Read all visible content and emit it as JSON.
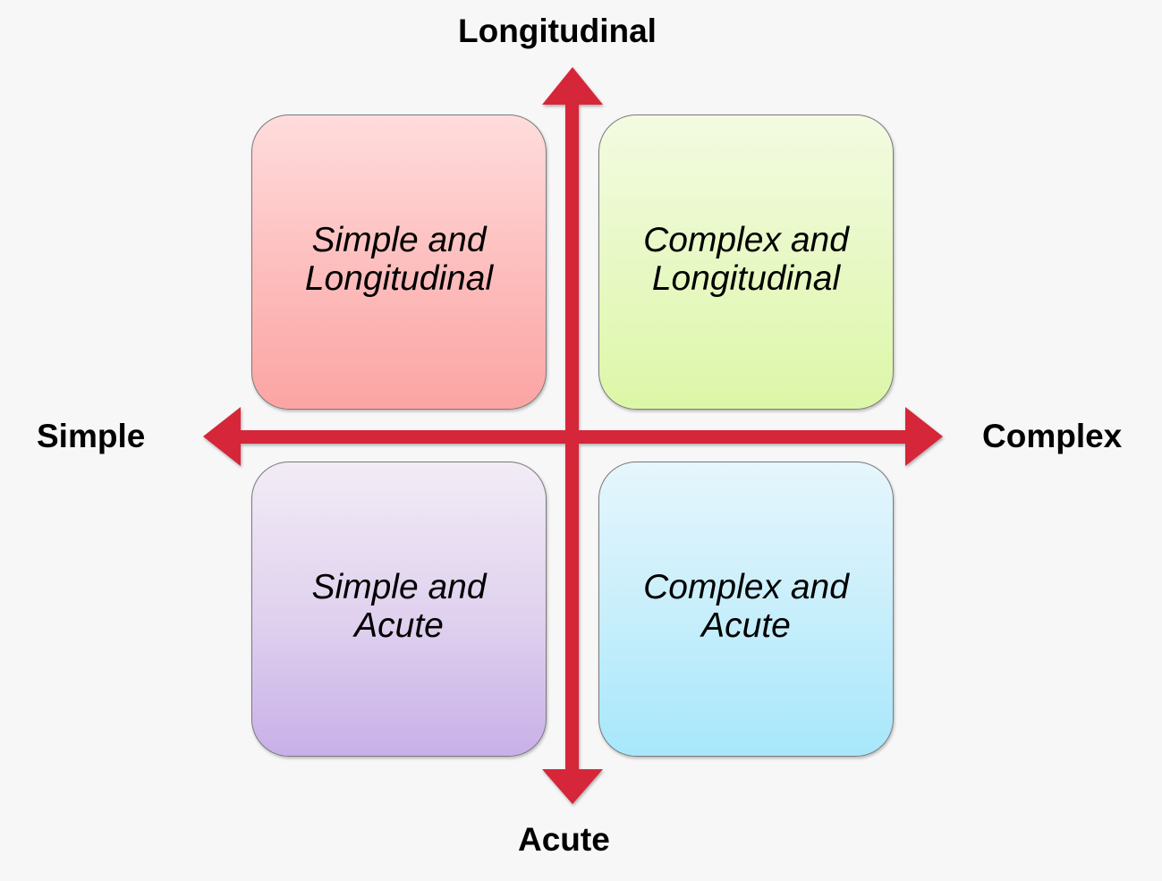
{
  "axes": {
    "top": "Longitudinal",
    "bottom": "Acute",
    "left": "Simple",
    "right": "Complex",
    "color": "#d62639"
  },
  "quadrants": {
    "simple_longitudinal": {
      "line1": "Simple and",
      "line2": "Longitudinal"
    },
    "complex_longitudinal": {
      "line1": "Complex and",
      "line2": "Longitudinal"
    },
    "simple_acute": {
      "line1": "Simple and",
      "line2": "Acute"
    },
    "complex_acute": {
      "line1": "Complex and",
      "line2": "Acute"
    }
  }
}
